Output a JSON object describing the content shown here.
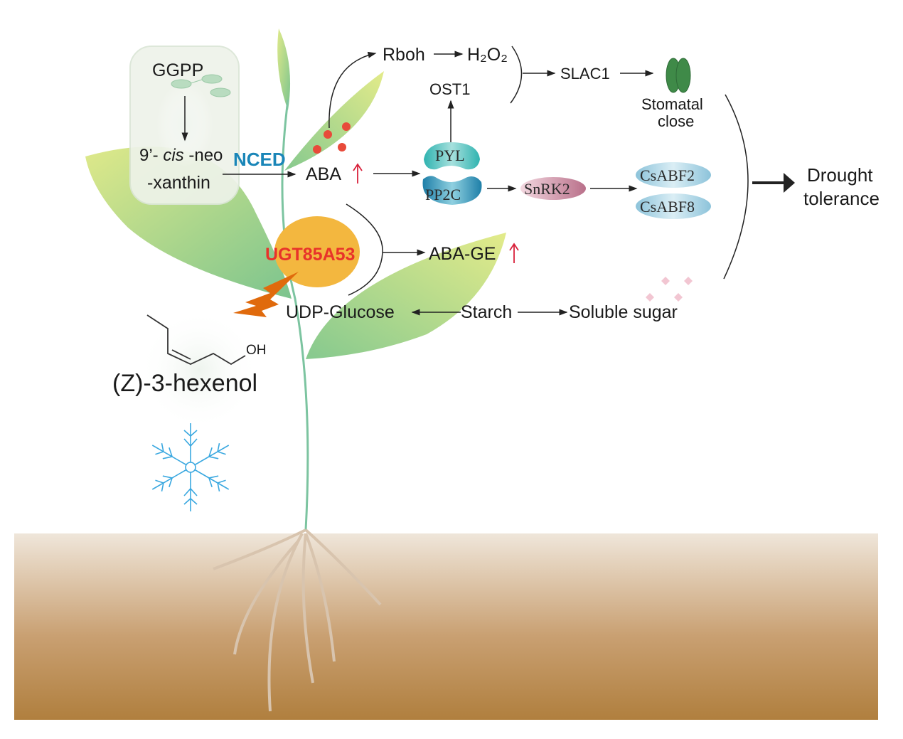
{
  "labels": {
    "ggpp": "GGPP",
    "neo_prefix": "9’- ",
    "neo_italic": "cis",
    "neo_suffix": " -neo",
    "xanthin": "-xanthin",
    "nced": "NCED",
    "aba": "ABA",
    "rboh": "Rboh",
    "h2o2": "H₂O₂",
    "ost1": "OST1",
    "slac1": "SLAC1",
    "stomatal_line1": "Stomatal",
    "stomatal_line2": "close",
    "pyl": "PYL",
    "pp2c": "PP2C",
    "snrk2": "SnRK2",
    "csabf2": "CsABF2",
    "csabf8": "CsABF8",
    "drought_line1": "Drought",
    "drought_line2": "tolerance",
    "ugt": "UGT85A53",
    "aba_ge": "ABA-GE",
    "udp_glucose": "UDP-Glucose",
    "starch": "Starch",
    "soluble_sugar": "Soluble sugar",
    "hexenol": "(Z)-3-hexenol",
    "oh": "OH"
  },
  "colors": {
    "nced": "#1a86b8",
    "ugt": "#e8332a",
    "ugt_ellipse": "#f3b73f",
    "up_arrow": "#d8203a",
    "aba_dots": "#e84a3a",
    "lightning": "#e06a0c",
    "snowflake": "#3aa8e0",
    "stomata": "#3f8a48",
    "soil_top": "#efe6da",
    "soil_bottom": "#b07f3e"
  },
  "icons": [
    "chloroplast-icon",
    "stomata-icon",
    "snowflake-icon",
    "lightning-icon",
    "sugar-crystals-icon",
    "up-arrow-icon"
  ]
}
